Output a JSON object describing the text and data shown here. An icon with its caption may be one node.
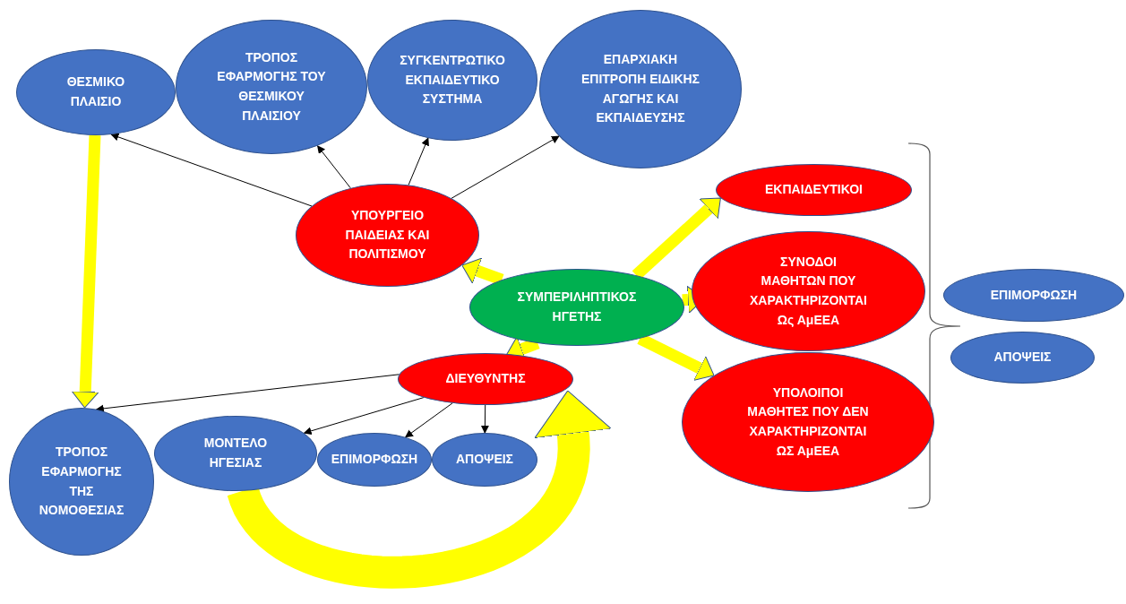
{
  "diagram": {
    "nodes": [
      {
        "text": [
          "ΘΕΣΜΙΚΟ ΠΛΑΙΣΙΟ"
        ]
      },
      {
        "text": [
          "ΤΡΟΠΟΣ ΕΦΑΡΜΟΓΗΣ ΤΟΥ ΘΕΣΜΙΚΟΥ ΠΛΑΙΣΙΟΥ"
        ]
      },
      {
        "text": [
          "ΣΥΓΚΕΝΤΡΩΤΙΚΟ ΕΚΠΑΙΔΕΥΤΙΚΟ ΣΥΣΤΗΜΑ"
        ]
      },
      {
        "text": [
          "ΕΠΑΡΧΙΑΚΗ ΕΠΙΤΡΟΠΗ ΕΙΔΙΚΗΣ ΑΓΩΓΗΣ ΚΑΙ ΕΚΠΑΙΔΕΥΣΗΣ"
        ]
      },
      {
        "text": [
          "ΥΠΟΥΡΓΕΙΟ ΠΑΙΔΕΙΑΣ ΚΑΙ ΠΟΛΙΤΙΣΜΟΥ"
        ]
      },
      {
        "text": [
          "ΣΥΜΠΕΡΙΛΗΠΤΙΚΟΣ ΗΓΕΤΗΣ"
        ]
      },
      {
        "text": [
          "ΕΚΠΑΙΔΕΥΤΙΚΟΙ"
        ]
      },
      {
        "text": [
          "ΣΥΝΟΔΟΙ ΜΑΘΗΤΩΝ ΠΟΥ ΧΑΡΑΚΤΗΡΙΖΟΝΤΑΙ Ως ΑμΕΕΑ"
        ]
      },
      {
        "text": [
          "ΥΠΟΛΟΙΠΟΙ ΜΑΘΗΤΕΣ ΠΟΥ ΔΕΝ ΧΑΡΑΚΤΗΡΙΖΟΝΤΑΙ ΩΣ ΑμΕΕΑ"
        ]
      },
      {
        "text": [
          "ΕΠΙΜΟΡΦΩΣΗ"
        ]
      },
      {
        "text": [
          "ΑΠΟΨΕΙΣ"
        ]
      },
      {
        "text": [
          "ΔΙΕΥΘΥΝΤΗΣ"
        ]
      },
      {
        "text": [
          "ΤΡΟΠΟΣ ΕΦΑΡΜΟΓΗΣ ΤΗΣ ΝΟΜΟΘΕΣΙΑΣ"
        ]
      },
      {
        "text": [
          "ΜΟΝΤΕΛΟ ΗΓΕΣΙΑΣ"
        ]
      },
      {
        "text": [
          "ΕΠΙΜΟΡΦΩΣΗ"
        ]
      },
      {
        "text": [
          "ΑΠΟΨΕΙΣ"
        ]
      }
    ],
    "edges": [
      {
        "from": 4,
        "to": 0,
        "arrow": "to"
      },
      {
        "from": 4,
        "to": 1,
        "arrow": "to"
      },
      {
        "from": 4,
        "to": 2,
        "arrow": "to"
      },
      {
        "from": 4,
        "to": 3,
        "arrow": "to"
      },
      {
        "from": 5,
        "to": 4,
        "arrow": "to",
        "style": "thick",
        "color": "#ffff00"
      },
      {
        "from": 5,
        "to": 6,
        "arrow": "to",
        "style": "thick",
        "color": "#ffff00"
      },
      {
        "from": 5,
        "to": 7,
        "arrow": "to",
        "style": "thick",
        "color": "#ffff00"
      },
      {
        "from": 5,
        "to": 8,
        "arrow": "to",
        "style": "thick",
        "color": "#ffff00"
      },
      {
        "from": 5,
        "to": 11,
        "arrow": "to",
        "style": "thick",
        "color": "#ffff00"
      },
      {
        "from": 0,
        "to": 12,
        "arrow": "to",
        "style": "thick",
        "color": "#ffff00"
      },
      {
        "from": 11,
        "to": 12,
        "arrow": "to"
      },
      {
        "from": 11,
        "to": 13,
        "arrow": "to"
      },
      {
        "from": 11,
        "to": 14,
        "arrow": "to"
      },
      {
        "from": 11,
        "to": 15,
        "arrow": "to"
      },
      {
        "from": 13,
        "to": 11,
        "arrow": "to",
        "style": "thick",
        "color": "#ffff00"
      }
    ]
  }
}
